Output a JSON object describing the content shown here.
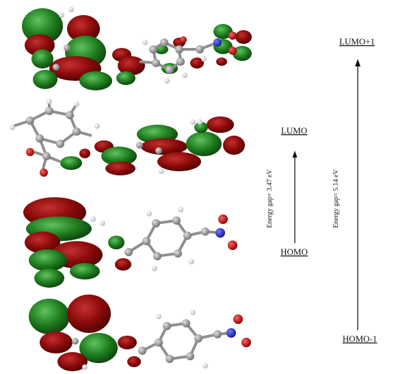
{
  "labels": {
    "lumo_plus_1": "LUMO+1",
    "lumo": "LUMO",
    "homo": "HOMO",
    "homo_minus_1": "HOMO-1",
    "gap_small": "Energy gap= 3.47 eV",
    "gap_large": "Energy gap= 5.14 eV"
  },
  "colors": {
    "lobe_red": "#8b0a0a",
    "lobe_green": "#1f7d1f",
    "carbon": "#9a9a9a",
    "hydrogen": "#eeeeee",
    "oxygen": "#cc1111",
    "nitrogen": "#2233cc",
    "bond": "#8f8f8f"
  },
  "orbitals": [
    "LUMO+1",
    "LUMO",
    "HOMO",
    "HOMO-1"
  ]
}
